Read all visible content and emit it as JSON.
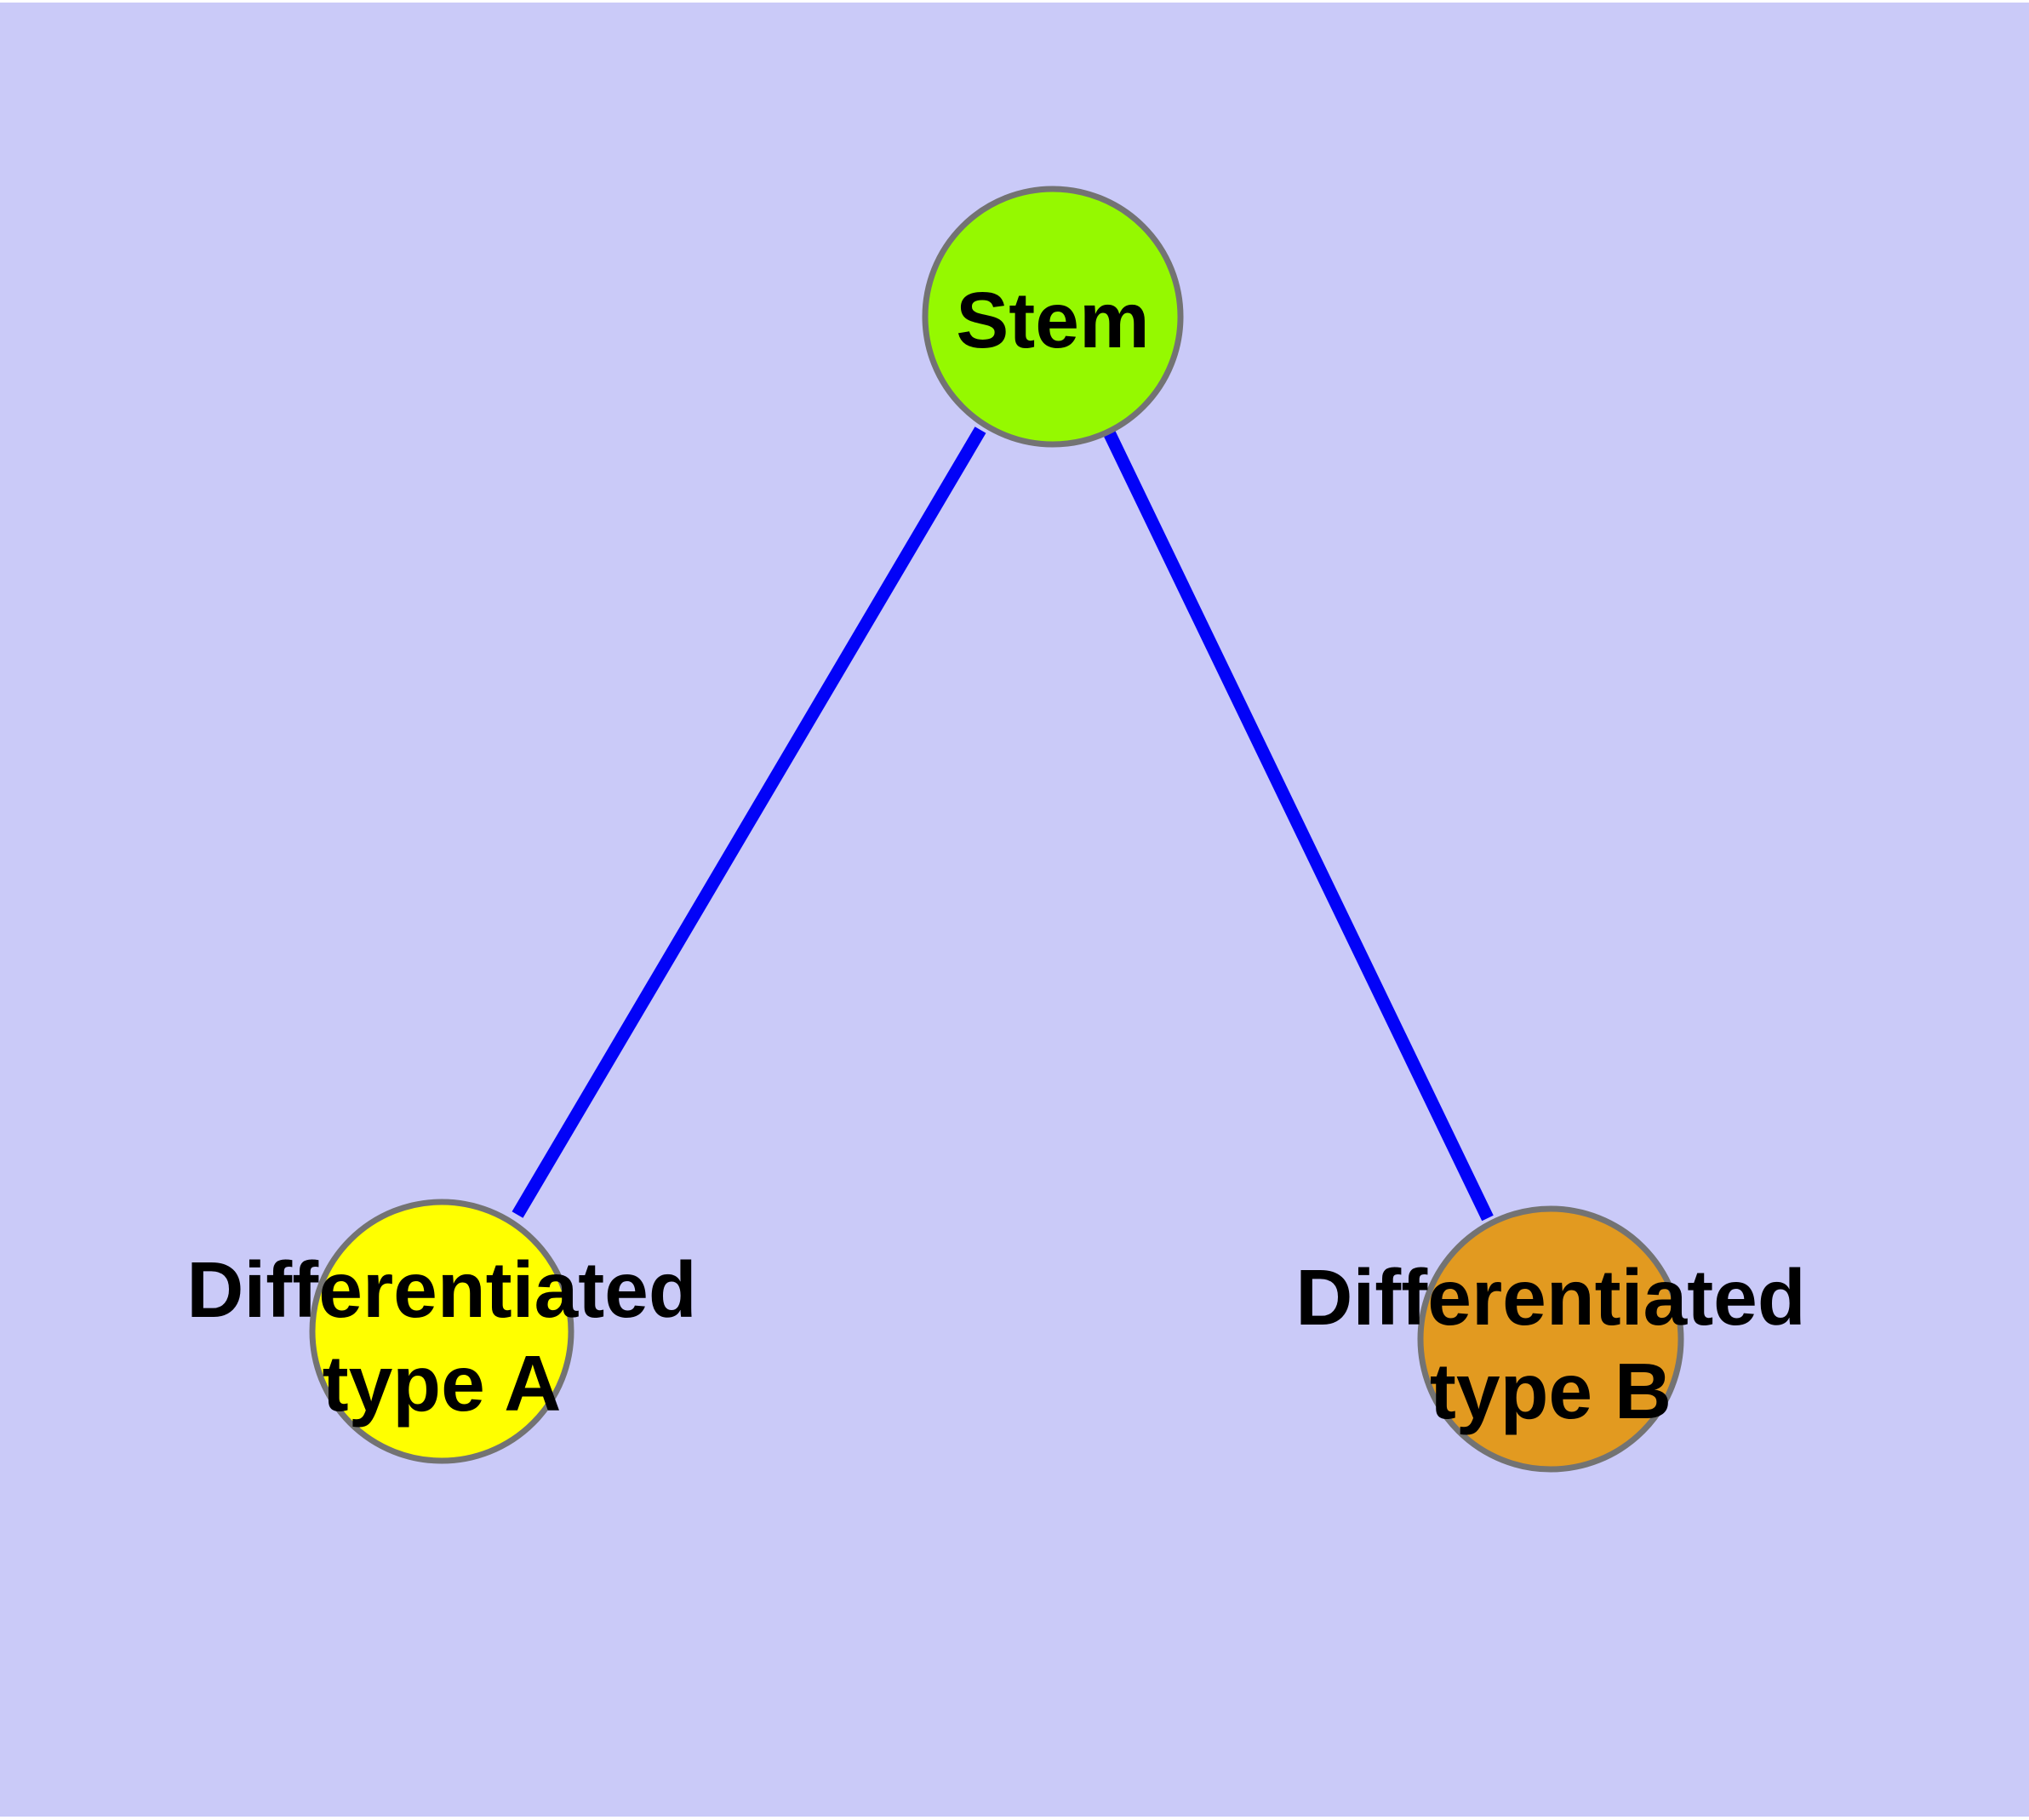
{
  "diagram": {
    "background_color": "#CACAF8",
    "edge_color": "#0202F8",
    "node_border_color": "#737373",
    "nodes": {
      "stem": {
        "label": "Stem",
        "fill": "#95F900"
      },
      "type_a": {
        "label_lines": [
          "Differentiated",
          "type A"
        ],
        "fill": "#FFFF00"
      },
      "type_b": {
        "label_lines": [
          "Differentiated",
          "type B"
        ],
        "fill": "#E29A20"
      }
    },
    "edges": [
      {
        "from": "Stem",
        "to": "Differentiated type A"
      },
      {
        "from": "Stem",
        "to": "Differentiated type B"
      }
    ]
  }
}
